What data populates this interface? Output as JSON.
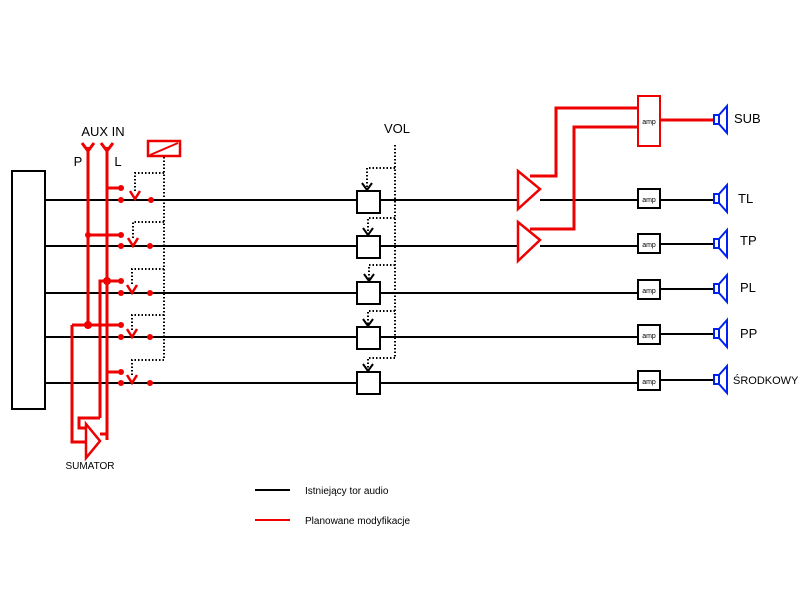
{
  "labels": {
    "aux_in": "AUX IN",
    "aux_p": "P",
    "aux_l": "L",
    "vol": "VOL",
    "sumator": "SUMATOR",
    "amp": "amp"
  },
  "channels": [
    {
      "name": "TL"
    },
    {
      "name": "TP"
    },
    {
      "name": "PL"
    },
    {
      "name": "PP"
    },
    {
      "name": "ŚRODKOWY"
    }
  ],
  "subwoofer": {
    "name": "SUB",
    "amp_label": "amp"
  },
  "legend": [
    {
      "label": "Istniejący tor audio",
      "color": "#000000"
    },
    {
      "label": "Planowane modyfikacje",
      "color": "#ee0000"
    }
  ],
  "colors": {
    "existing": "#000000",
    "planned": "#ee0000",
    "speaker": "#0022ee"
  }
}
